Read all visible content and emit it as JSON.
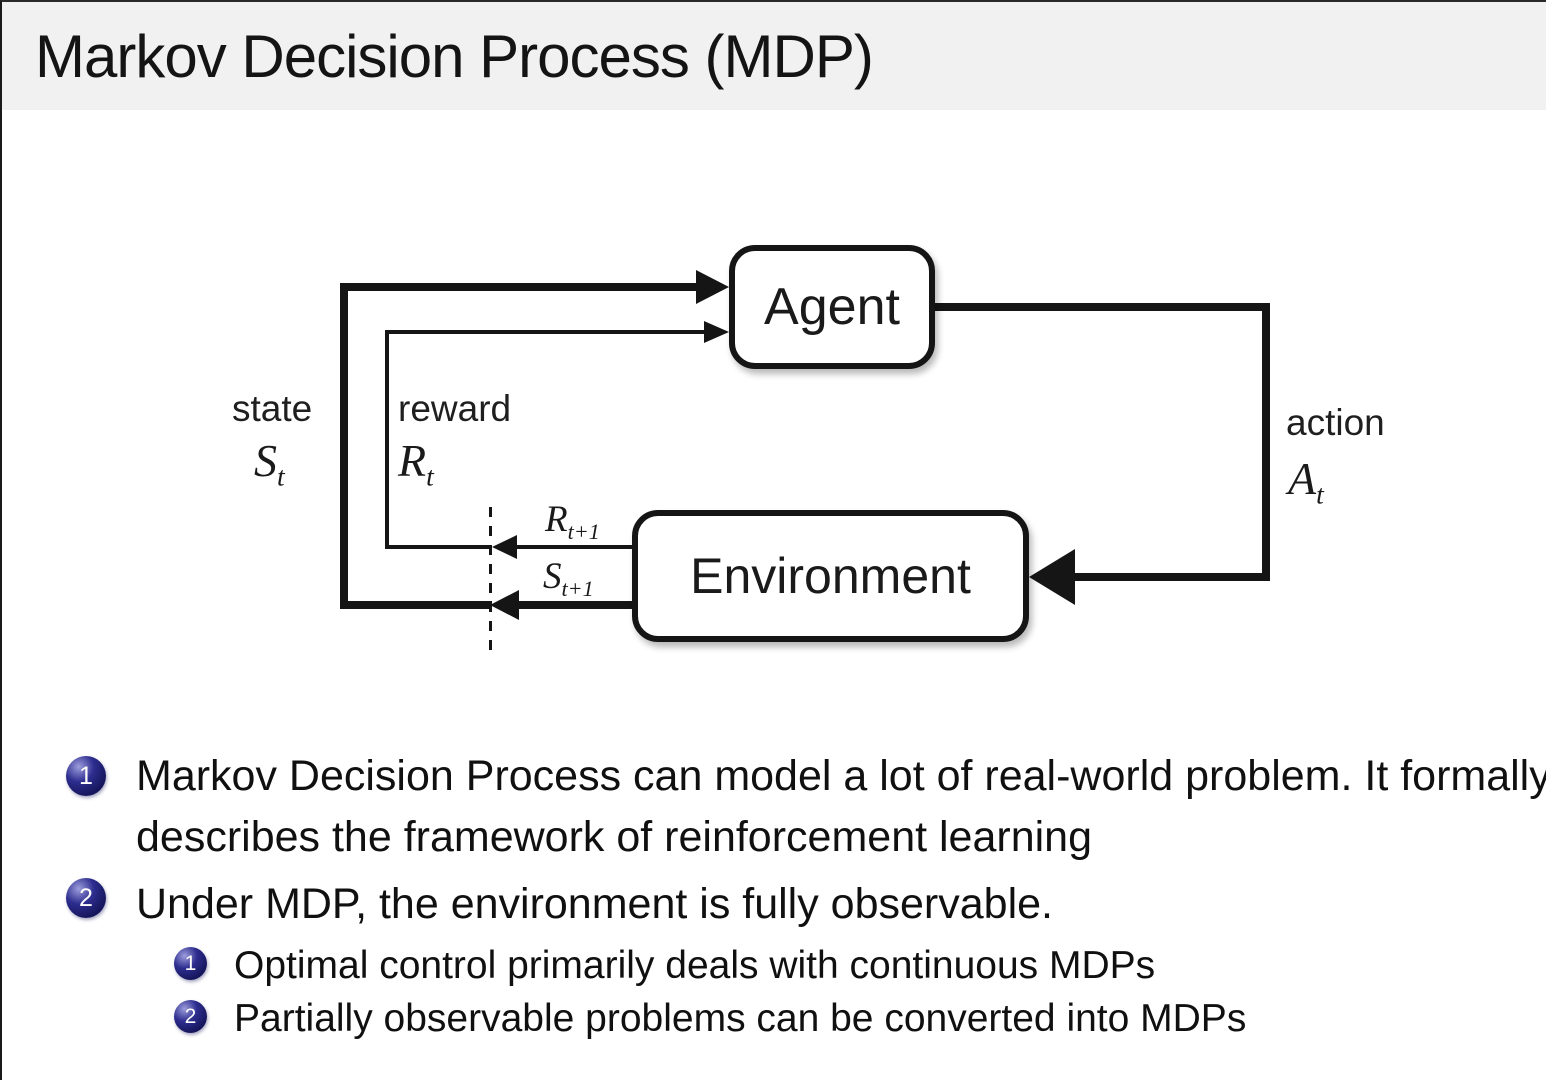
{
  "slide": {
    "title": "Markov Decision Process (MDP)"
  },
  "diagram": {
    "agent_label": "Agent",
    "environment_label": "Environment",
    "edges": {
      "state": {
        "label": "state",
        "symbol_base": "S",
        "symbol_sub": "t"
      },
      "reward": {
        "label": "reward",
        "symbol_base": "R",
        "symbol_sub": "t"
      },
      "action": {
        "label": "action",
        "symbol_base": "A",
        "symbol_sub": "t"
      },
      "next_reward": {
        "symbol_base": "R",
        "symbol_sub": "t+1"
      },
      "next_state": {
        "symbol_base": "S",
        "symbol_sub": "t+1"
      }
    }
  },
  "bullets": [
    {
      "marker": "1",
      "text": "Markov Decision Process can model a lot of real-world problem. It formally describes the framework of reinforcement learning",
      "sub_items": []
    },
    {
      "marker": "2",
      "text": "Under MDP, the environment is fully observable.",
      "sub_items": [
        {
          "marker": "1",
          "text": "Optimal control primarily deals with continuous MDPs"
        },
        {
          "marker": "2",
          "text": "Partially observable problems can be converted into MDPs"
        }
      ]
    }
  ],
  "colors": {
    "title_bar_bg": "#f1f1f2",
    "slide_bg": "#ffffff",
    "text_color": "#141414",
    "line_color": "#151515",
    "ball_dark": "#17175f",
    "ball_mid": "#2d2d8f",
    "ball_light": "#9d9ddd",
    "box_bg": "#ffffff"
  }
}
